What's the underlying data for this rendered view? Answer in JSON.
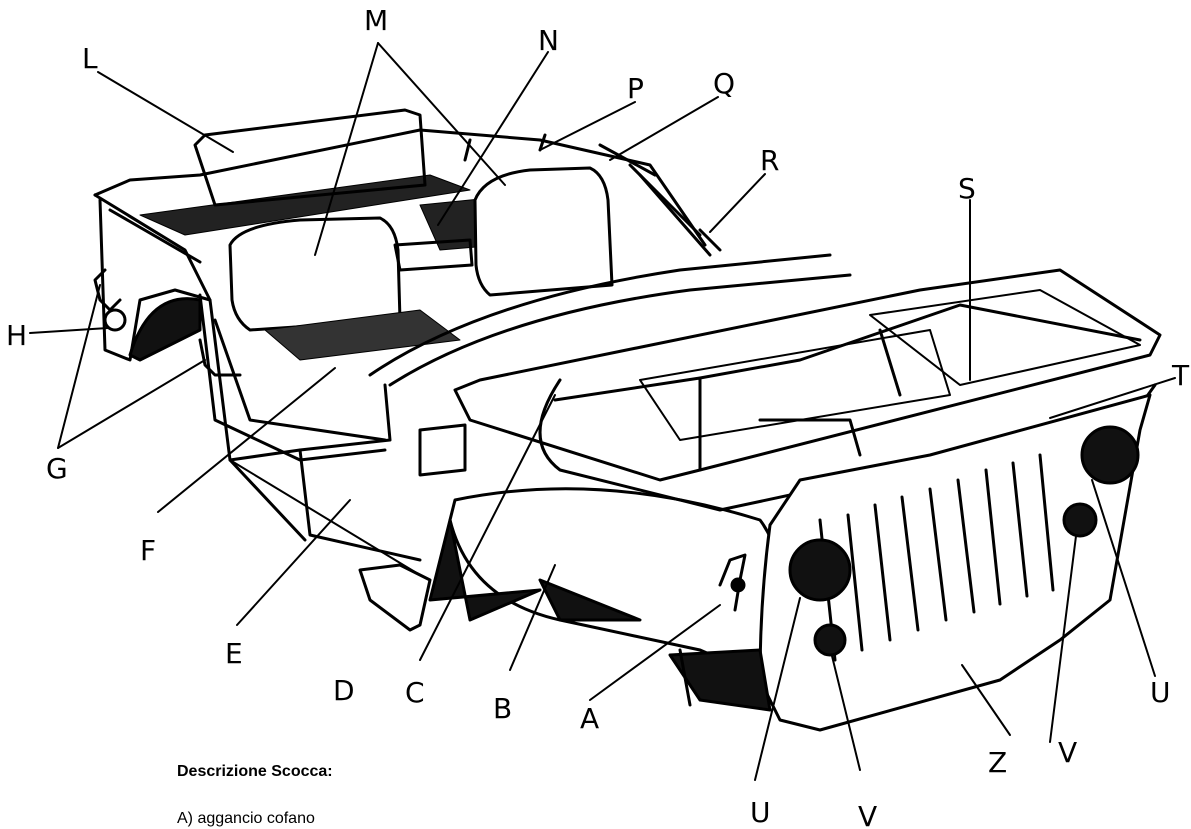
{
  "labels": {
    "A": "A",
    "B": "B",
    "C": "C",
    "D": "D",
    "E": "E",
    "F": "F",
    "G": "G",
    "H": "H",
    "L": "L",
    "M": "M",
    "N": "N",
    "P": "P",
    "Q": "Q",
    "R": "R",
    "S": "S",
    "T": "T",
    "U": "U",
    "V": "V",
    "Z": "Z"
  },
  "description": {
    "title": "Descrizione Scocca:",
    "items": [
      "A) aggancio cofano"
    ]
  }
}
